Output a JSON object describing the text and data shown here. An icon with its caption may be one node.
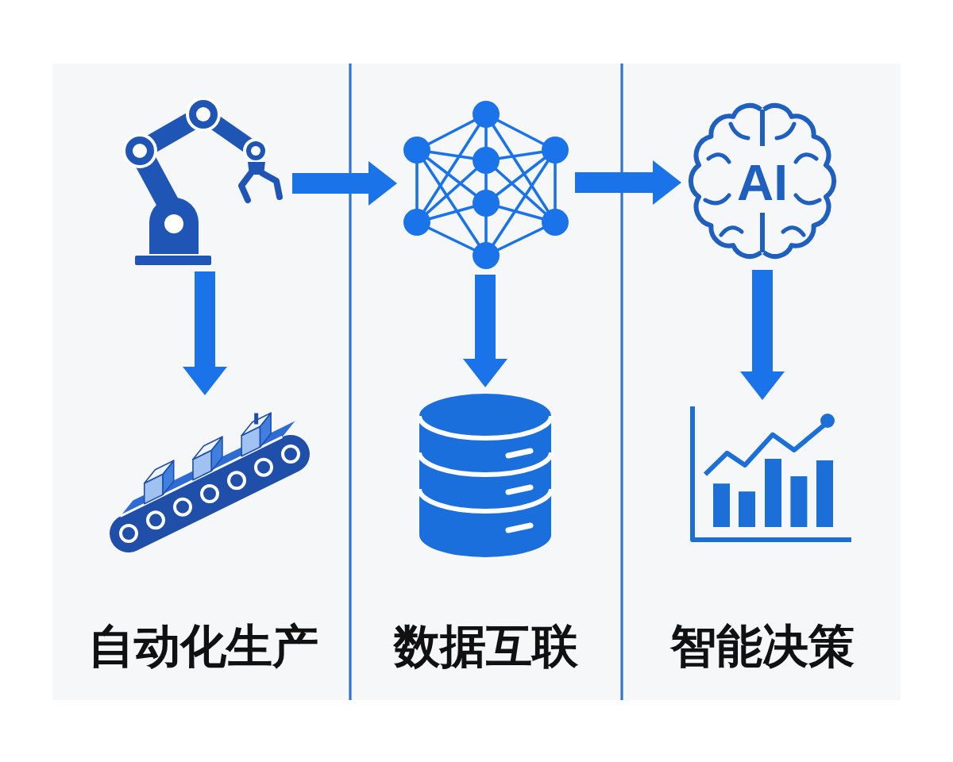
{
  "diagram": {
    "nodes": [
      {
        "text": [],
        "shape": "picture"
      },
      {
        "text": [],
        "shape": "picture"
      },
      {
        "text": [],
        "shape": "picture"
      },
      {
        "text": [],
        "shape": "cylinder"
      },
      {
        "text": [
          "AI"
        ]
      },
      {
        "text": [],
        "shape": "picture"
      }
    ],
    "edges": [
      {
        "from": 0,
        "to": 1,
        "arrow": "to"
      },
      {
        "from": 0,
        "to": 2,
        "arrow": "to"
      },
      {
        "from": 2,
        "to": 3,
        "arrow": "to"
      },
      {
        "from": 2,
        "to": 4,
        "arrow": "to"
      },
      {
        "from": 4,
        "to": 5,
        "arrow": "to"
      }
    ],
    "labels": [
      "自动化生产",
      "数据互联",
      "智能决策"
    ]
  }
}
